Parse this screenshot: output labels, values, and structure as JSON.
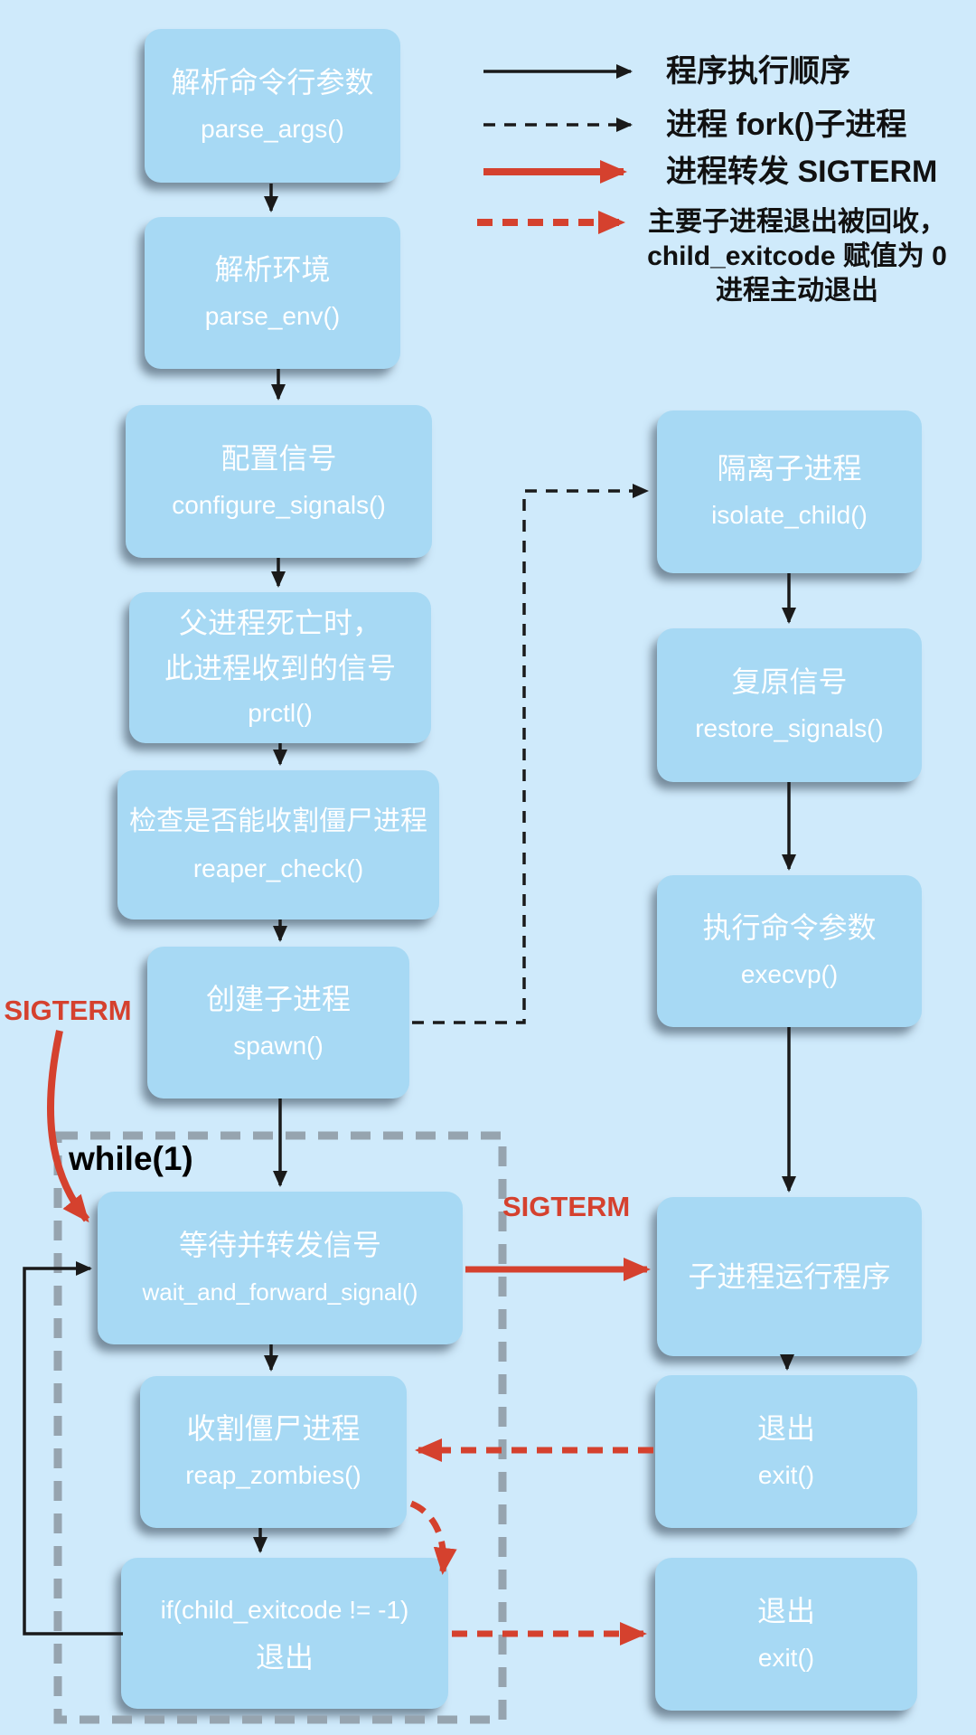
{
  "colors": {
    "background": "#cfeafb",
    "node_fill": "#a7d9f4",
    "node_text": "#ffffff",
    "arrow_black": "#1a1a1a",
    "arrow_red": "#d5412e",
    "loop_dash_gray": "#96a4af",
    "legend_text": "#111111"
  },
  "legend": {
    "rows": [
      {
        "style": "black-solid",
        "label": "程序执行顺序"
      },
      {
        "style": "black-dashed",
        "label": "进程 fork()子进程"
      },
      {
        "style": "red-solid",
        "label": "进程转发 SIGTERM"
      },
      {
        "style": "red-dashed",
        "lines": [
          "主要子进程退出被回收，",
          "child_exitcode 赋值为 0",
          "进程主动退出"
        ]
      }
    ]
  },
  "labels": {
    "sigterm_left": "SIGTERM",
    "sigterm_middle": "SIGTERM",
    "while_loop": "while(1)"
  },
  "nodes": {
    "parse_args": {
      "lines": [
        "解析命令行参数",
        "parse_args()"
      ]
    },
    "parse_env": {
      "lines": [
        "解析环境",
        "parse_env()"
      ]
    },
    "configure_signals": {
      "lines": [
        "配置信号",
        "configure_signals()"
      ]
    },
    "prctl": {
      "lines": [
        "父进程死亡时，",
        "此进程收到的信号",
        "prctl()"
      ]
    },
    "reaper_check": {
      "lines": [
        "检查是否能收割僵尸进程",
        "reaper_check()"
      ]
    },
    "spawn": {
      "lines": [
        "创建子进程",
        "spawn()"
      ]
    },
    "wait_and_forward_signal": {
      "lines": [
        "等待并转发信号",
        "wait_and_forward_signal()"
      ]
    },
    "reap_zombies": {
      "lines": [
        "收割僵尸进程",
        "reap_zombies()"
      ]
    },
    "if_child_exitcode": {
      "lines": [
        "if(child_exitcode != -1)",
        "退出"
      ]
    },
    "isolate_child": {
      "lines": [
        "隔离子进程",
        "isolate_child()"
      ]
    },
    "restore_signals": {
      "lines": [
        "复原信号",
        "restore_signals()"
      ]
    },
    "execvp": {
      "lines": [
        "执行命令参数",
        "execvp()"
      ]
    },
    "child_runs_program": {
      "lines": [
        "子进程运行程序"
      ]
    },
    "exit_top": {
      "lines": [
        "退出",
        "exit()"
      ]
    },
    "exit_bottom": {
      "lines": [
        "退出",
        "exit()"
      ]
    }
  }
}
